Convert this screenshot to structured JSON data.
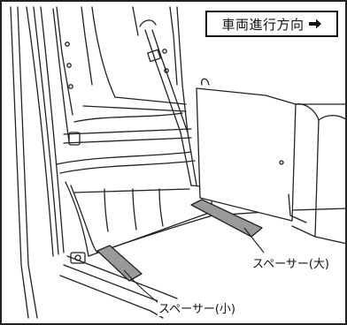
{
  "direction_label": "車両進行方向",
  "direction_arrow_icon": "right-arrow-icon",
  "labels": {
    "spacer_large": "スペーサー(大)",
    "spacer_small": "スペーサー(小)"
  },
  "colors": {
    "line": "#222222",
    "spacer_fill": "#9a9a9a",
    "background": "#ffffff"
  }
}
